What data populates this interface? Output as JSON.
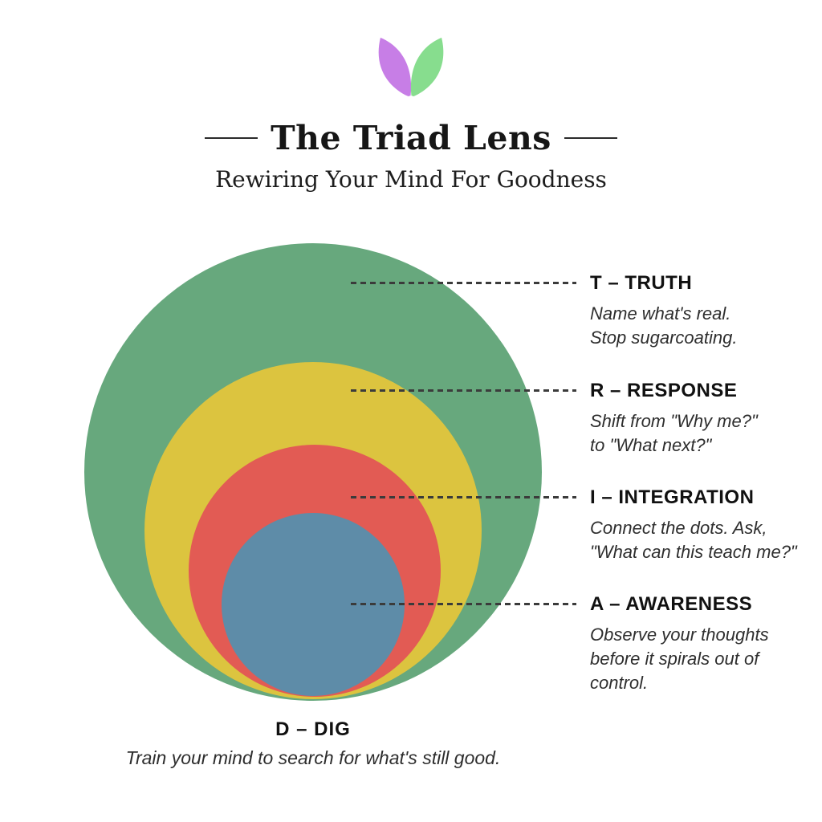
{
  "logo": {
    "left_leaf_color": "#c77ee6",
    "right_leaf_color": "#87dd8e"
  },
  "header": {
    "title": "The Triad Lens",
    "subtitle": "Rewiring Your Mind For Goodness"
  },
  "colors": {
    "leader_line": "#3b3b3b",
    "truth_green": "#67a87d",
    "response_yellow": "#dcc43f",
    "integration_red": "#e25b54",
    "awareness_blue": "#5e8ca8"
  },
  "layers": [
    {
      "key": "truth",
      "label": "T – TRUTH",
      "desc": "Name what's real.\nStop sugarcoating.",
      "color": "#67a87d"
    },
    {
      "key": "response",
      "label": "R – RESPONSE",
      "desc": "Shift from \"Why me?\"\nto \"What next?\"",
      "color": "#dcc43f"
    },
    {
      "key": "integration",
      "label": "I – INTEGRATION",
      "desc": "Connect the dots. Ask,\n\"What can this teach me?\"",
      "color": "#e25b54"
    },
    {
      "key": "awareness",
      "label": "A – AWARENESS",
      "desc": "Observe your thoughts\nbefore it spirals out of\ncontrol.",
      "color": "#5e8ca8"
    }
  ],
  "bottom": {
    "label": "D – DIG",
    "desc": "Train your mind to search for what's still good."
  }
}
